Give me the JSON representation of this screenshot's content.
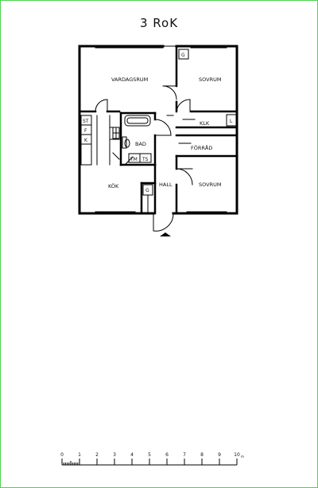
{
  "title": "3 RoK",
  "rooms": {
    "vardagsrum": "VARDAGSRUM",
    "sovrum_top": "SOVRUM",
    "sovrum_bottom": "SOVRUM",
    "kok": "KÖK",
    "bad": "BAD",
    "hall": "HALL",
    "klk": "KLK",
    "forrad": "FÖRRÅD"
  },
  "fixtures": {
    "st": "ST",
    "f": "F",
    "k": "K",
    "g_top": "G",
    "g_bottom": "G",
    "l": "L",
    "tm": "TM",
    "ts": "TS"
  },
  "scale": {
    "ticks": [
      "0",
      "1",
      "2",
      "3",
      "4",
      "5",
      "6",
      "7",
      "8",
      "9",
      "10"
    ],
    "unit": "m"
  },
  "colors": {
    "frame": "#4cd24c",
    "wall": "#000000"
  }
}
